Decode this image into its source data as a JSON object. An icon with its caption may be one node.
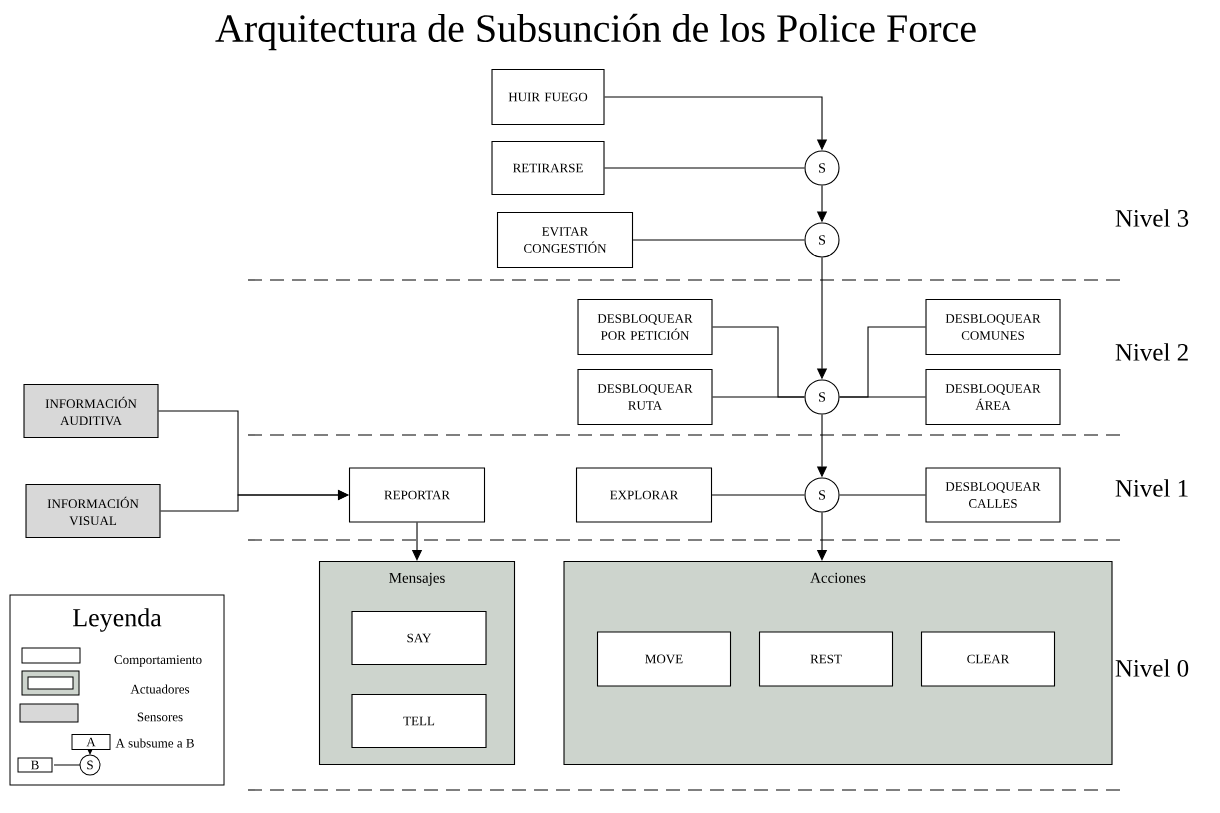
{
  "diagram": {
    "title": "Arquitectura de Subsunción de los Police Force",
    "nodes": [
      {
        "text": [
          "HUIR FUEGO"
        ]
      },
      {
        "text": [
          "RETIRARSE"
        ]
      },
      {
        "text": [
          "EVITAR CONGESTIÓN"
        ]
      },
      {
        "text": [
          "S"
        ]
      },
      {
        "text": [
          "S"
        ]
      },
      {
        "text": [
          "DESBLOQUEAR POR PETICIÓN"
        ]
      },
      {
        "text": [
          "DESBLOQUEAR RUTA"
        ]
      },
      {
        "text": [
          "S"
        ]
      },
      {
        "text": [
          "DESBLOQUEAR COMUNES"
        ]
      },
      {
        "text": [
          "DESBLOQUEAR ÁREA"
        ]
      },
      {
        "text": [
          "INFORMACIÓN AUDITIVA"
        ]
      },
      {
        "text": [
          "INFORMACIÓN VISUAL"
        ]
      },
      {
        "text": [
          "REPORTAR"
        ]
      },
      {
        "text": [
          "EXPLORAR"
        ]
      },
      {
        "text": [
          "S"
        ]
      },
      {
        "text": [
          "DESBLOQUEAR CALLES"
        ]
      },
      {
        "text": [
          "Mensajes"
        ]
      },
      {
        "text": [
          "SAY"
        ],
        "in": 16
      },
      {
        "text": [
          "TELL"
        ],
        "in": 16
      },
      {
        "text": [
          "Acciones"
        ]
      },
      {
        "text": [
          "MOVE"
        ],
        "in": 19
      },
      {
        "text": [
          "REST"
        ],
        "in": 19
      },
      {
        "text": [
          "CLEAR"
        ],
        "in": 19
      }
    ],
    "edges": [
      {
        "from": 0,
        "to": 3,
        "arrow": "to"
      },
      {
        "from": 1,
        "to": 3,
        "arrow": "none"
      },
      {
        "from": 3,
        "to": 4,
        "arrow": "to"
      },
      {
        "from": 2,
        "to": 4,
        "arrow": "none"
      },
      {
        "from": 4,
        "to": 7,
        "arrow": "to"
      },
      {
        "from": 5,
        "to": 7,
        "arrow": "none"
      },
      {
        "from": 6,
        "to": 7,
        "arrow": "none"
      },
      {
        "from": 8,
        "to": 7,
        "arrow": "none"
      },
      {
        "from": 9,
        "to": 7,
        "arrow": "none"
      },
      {
        "from": 7,
        "to": 14,
        "arrow": "to"
      },
      {
        "from": 13,
        "to": 14,
        "arrow": "none"
      },
      {
        "from": 15,
        "to": 14,
        "arrow": "none"
      },
      {
        "from": 14,
        "to": 19,
        "arrow": "to"
      },
      {
        "from": 10,
        "to": 12,
        "arrow": "to"
      },
      {
        "from": 11,
        "to": 12,
        "arrow": "to"
      },
      {
        "from": 12,
        "to": 16,
        "arrow": "to"
      }
    ],
    "labels": [
      "Nivel 3",
      "Nivel 2",
      "Nivel 1",
      "Nivel 0",
      "Leyenda",
      "A",
      "B",
      "S"
    ],
    "legend": [
      {
        "text": "Comportamiento"
      },
      {
        "text": "Actuadores"
      },
      {
        "text": "Sensores"
      },
      {
        "text": "A subsume a B"
      }
    ]
  }
}
